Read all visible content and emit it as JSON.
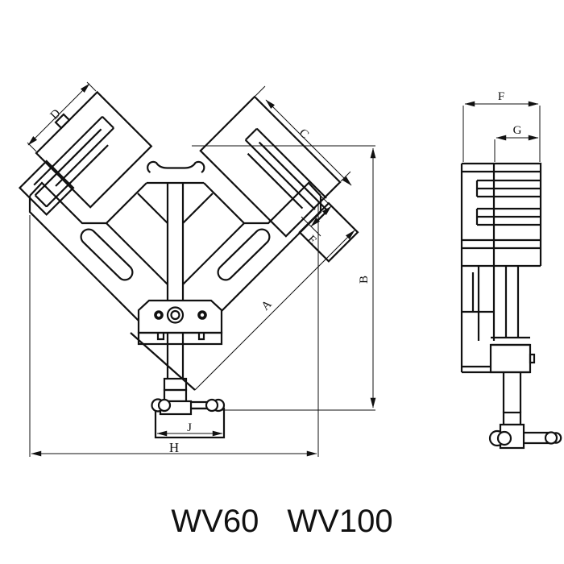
{
  "title": "WV60 WV100",
  "labels": {
    "A": "A",
    "B": "B",
    "C": "C",
    "D": "D",
    "E": "E",
    "F": "F",
    "G": "G",
    "H": "H",
    "J": "J"
  },
  "colors": {
    "line": "#111111",
    "background": "#ffffff"
  }
}
